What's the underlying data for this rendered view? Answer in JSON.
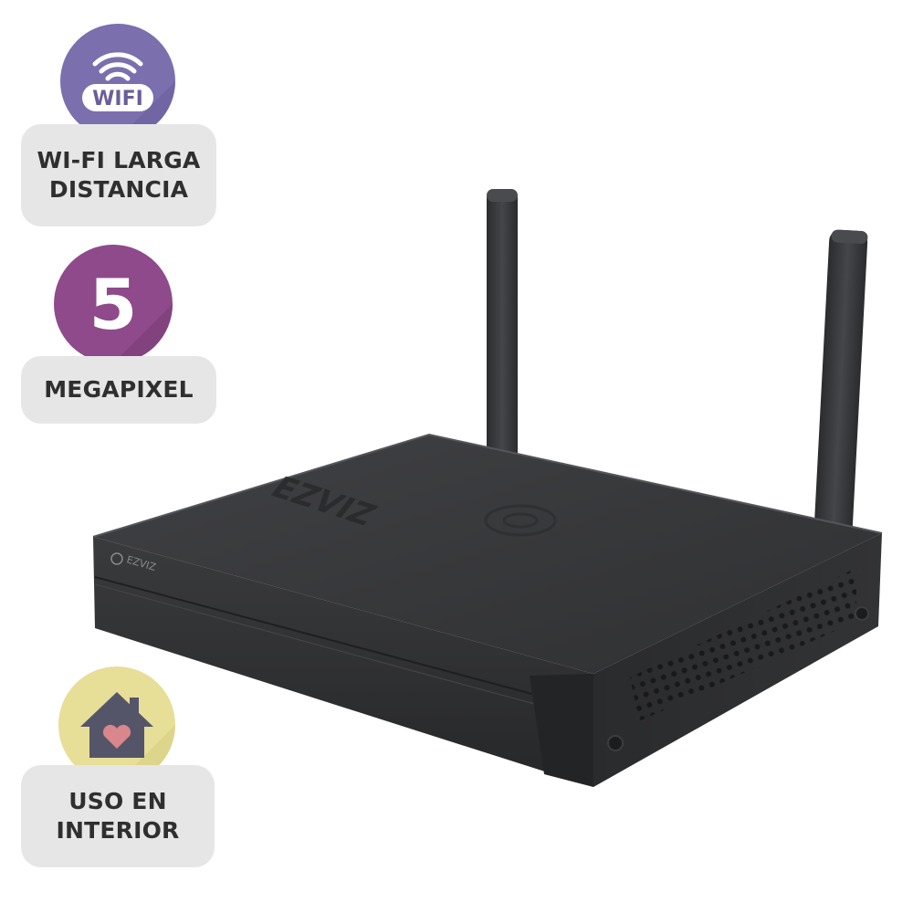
{
  "badges": [
    {
      "icon": "wifi-icon",
      "icon_text": "WIFI",
      "label_line1": "WI-FI LARGA",
      "label_line2": "DISTANCIA",
      "color": "#7b6fae"
    },
    {
      "icon": "number-badge",
      "icon_text": "5",
      "label_line1": "MEGAPIXEL",
      "color": "#8e4a8a"
    },
    {
      "icon": "house-heart-icon",
      "label_line1": "USO EN",
      "label_line2": "INTERIOR",
      "color": "#e7de98"
    }
  ],
  "product": {
    "front_logo": "EZVIZ",
    "top_logo": "EZVIZ",
    "body_color": "#2e2f31"
  }
}
